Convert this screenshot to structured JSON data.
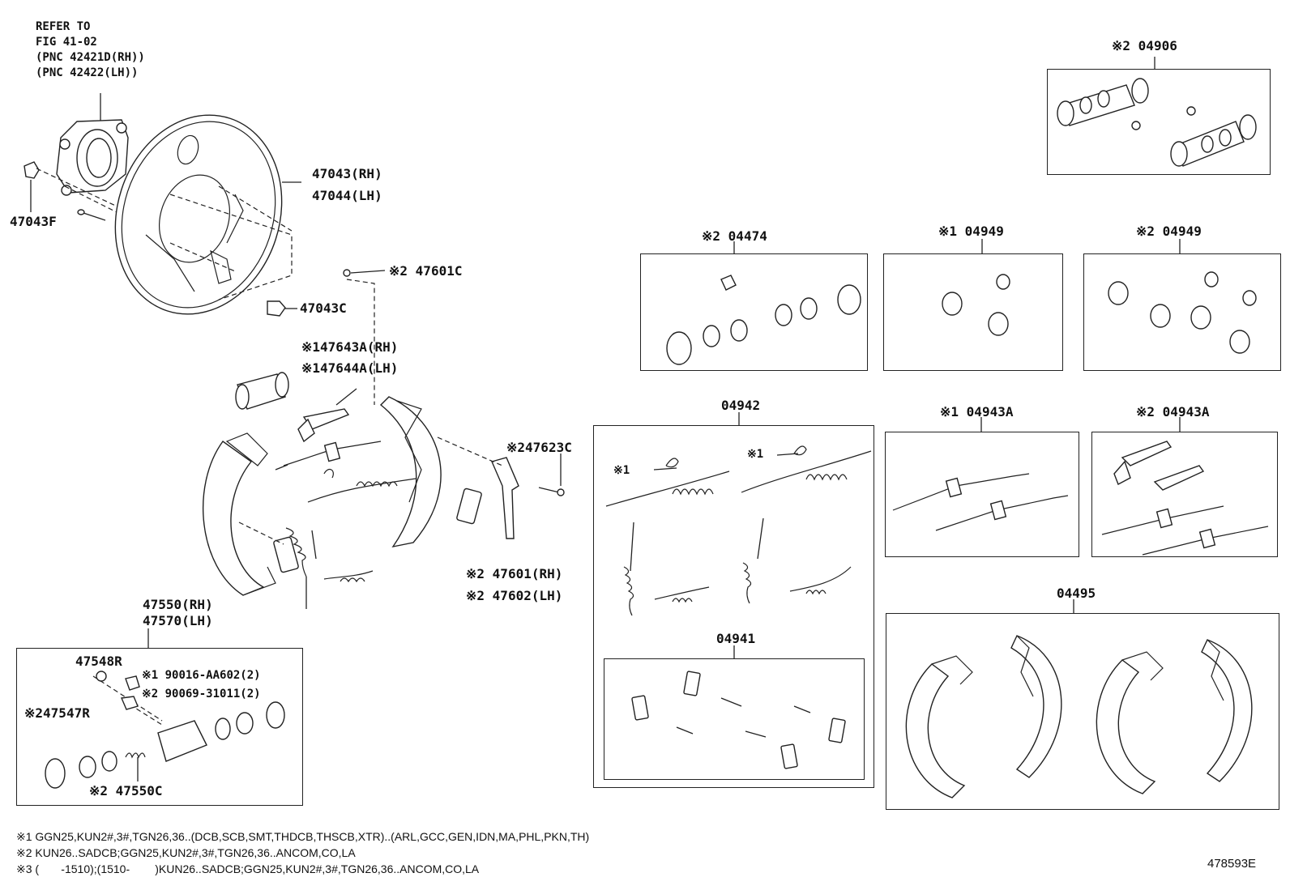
{
  "callouts": {
    "refer": [
      "REFER TO",
      "FIG 41-02",
      "(PNC 42421D(RH))",
      "(PNC 42422(LH))"
    ],
    "p47043F": "47043F",
    "p47043": [
      "47043(RH)",
      "47044(LH)"
    ],
    "p47043C": "47043C",
    "p47601C": "※2 47601C",
    "p47643A": [
      "※147643A(RH)",
      "※147644A(LH)"
    ],
    "p47623C": "※247623C",
    "p47601": [
      "※2 47601(RH)",
      "※2 47602(LH)"
    ],
    "p47550": [
      "47550(RH)",
      "47570(LH)"
    ],
    "p47548R": "47548R",
    "p90016": [
      "※1 90016-AA602(2)",
      "※2 90069-31011(2)"
    ],
    "p47547R": "※247547R",
    "p47550C": "※2 47550C",
    "k04906": "※2 04906",
    "k04474": "※2 04474",
    "k04949a": "※1 04949",
    "k04949b": "※2 04949",
    "k04942": "04942",
    "k04943a": "※1 04943A",
    "k04943b": "※2 04943A",
    "k04941": "04941",
    "k04495": "04495",
    "spring1a": "※1",
    "spring1b": "※1"
  },
  "footnotes": [
    "※1 GGN25,KUN2#,3#,TGN26,36..(DCB,SCB,SMT,THDCB,THSCB,XTR)..(ARL,GCC,GEN,IDN,MA,PHL,PKN,TH)",
    "※2 KUN26..SADCB;GGN25,KUN2#,3#,TGN26,36..ANCOM,CO,LA",
    "※3 (       -1510);(1510-        )KUN26..SADCB;GGN25,KUN2#,3#,TGN26,36..ANCOM,CO,LA"
  ],
  "illustration_id": "478593E"
}
